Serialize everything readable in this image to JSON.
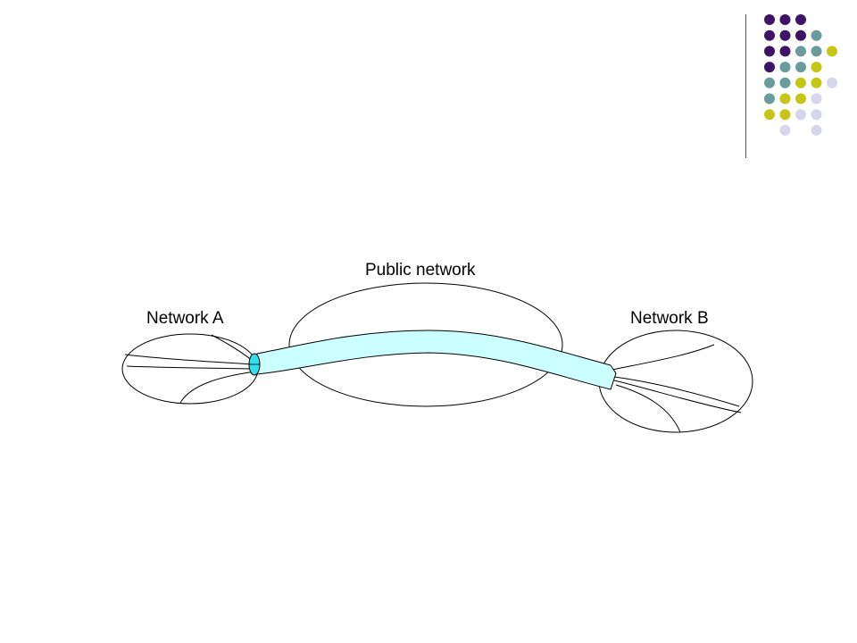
{
  "diagram": {
    "labels": {
      "public_network": "Public network",
      "network_a": "Network A",
      "network_b": "Network B"
    }
  },
  "colors": {
    "background": "#ffffff",
    "tunnel_fill": "#ccffff",
    "tunnel_end": "#33e0f0",
    "outline": "#000000",
    "dot_purple": "#3d1466",
    "dot_teal": "#6a9c9c",
    "dot_olive": "#c6c617",
    "dot_lavender": "#d6d6ea"
  },
  "decoration": {
    "dot_rows": [
      [
        "purple",
        "purple",
        "purple",
        null,
        null
      ],
      [
        "purple",
        "purple",
        "purple",
        "teal",
        null
      ],
      [
        "purple",
        "purple",
        "teal",
        "teal",
        "olive"
      ],
      [
        "purple",
        "teal",
        "teal",
        "olive",
        null
      ],
      [
        "teal",
        "teal",
        "olive",
        "olive",
        "lavender"
      ],
      [
        "teal",
        "olive",
        "olive",
        "lavender",
        null
      ],
      [
        "olive",
        "olive",
        "lavender",
        "lavender",
        null
      ],
      [
        null,
        "lavender",
        null,
        "lavender",
        null
      ]
    ]
  }
}
